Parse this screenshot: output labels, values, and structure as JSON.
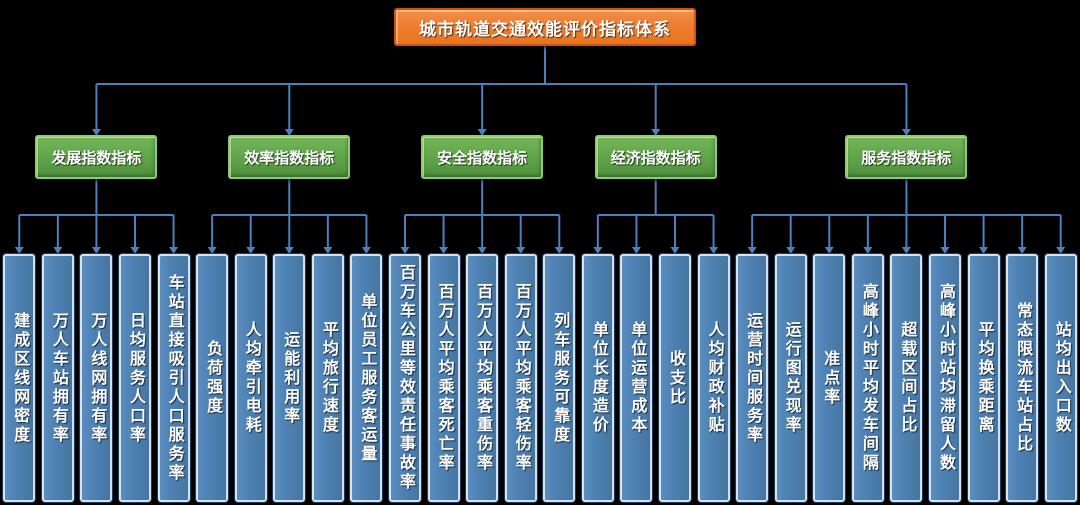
{
  "diagram": {
    "title": "城市轨道交通效能评价指标体系",
    "colors": {
      "background": "#000000",
      "root_fill": "#ED7D31",
      "root_border": "#CF5310",
      "category_fill": "#5FA349",
      "category_border": "#8ECD6C",
      "leaf_fill": "#4E82B4",
      "leaf_border": "#1F3A5F",
      "connector": "#4B7FBE",
      "text": "#FFFFFF"
    },
    "categories": [
      {
        "label": "发展指数指标",
        "children": [
          "建成区线网密度",
          "万人车站拥有率",
          "万人线网拥有率",
          "日均服务人口率",
          "车站直接吸引人口服务率"
        ]
      },
      {
        "label": "效率指数指标",
        "children": [
          "负荷强度",
          "人均牵引电耗",
          "运能利用率",
          "平均旅行速度",
          "单位员工服务客运量"
        ]
      },
      {
        "label": "安全指数指标",
        "children": [
          "百万车公里等效责任事故率",
          "百万人平均乘客死亡率",
          "百万人平均乘客重伤率",
          "百万人平均乘客轻伤率",
          "列车服务可靠度"
        ]
      },
      {
        "label": "经济指数指标",
        "children": [
          "单位长度造价",
          "单位运营成本",
          "收支比",
          "人均财政补贴"
        ]
      },
      {
        "label": "服务指数指标",
        "children": [
          "运营时间服务率",
          "运行图兑现率",
          "准点率",
          "高峰小时平均发车间隔",
          "超载区间占比",
          "高峰小时站均滞留人数",
          "平均换乘距离",
          "常态限流车站占比",
          "站均出入口数"
        ]
      }
    ]
  }
}
